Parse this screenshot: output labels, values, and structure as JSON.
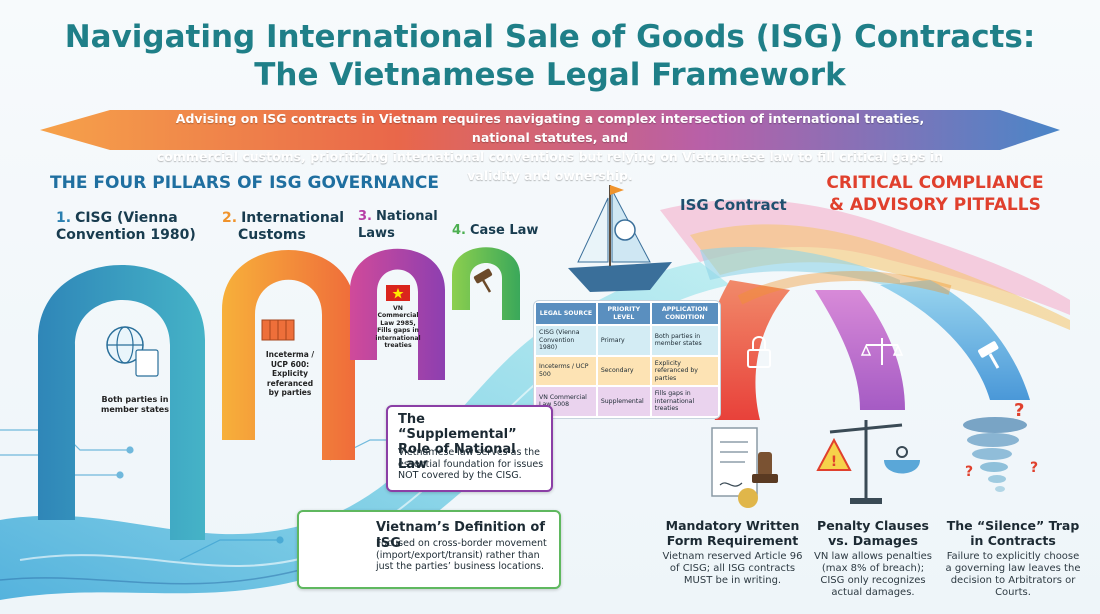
{
  "title": {
    "line1": "Navigating International Sale of Goods (ISG) Contracts:",
    "line2": "The Vietnamese Legal Framework"
  },
  "banner": {
    "line1": "Advising on ISG contracts in Vietnam requires navigating a complex intersection of international treaties, national statutes, and",
    "line2": "commercial customs, prioritizing international conventions but relying on Vietnamese law to fill critical gaps in validity and ownership."
  },
  "pillars": {
    "heading": "THE FOUR PILLARS OF ISG GOVERNANCE",
    "items": [
      {
        "num": "1.",
        "line1": "CISG (Vienna",
        "line2": "Convention 1980)",
        "color": "#2a7fb0",
        "note1": "Both parties in",
        "note2": "member states"
      },
      {
        "num": "2.",
        "line1": "International",
        "line2": "Customs",
        "color": "#f0932b",
        "note1": "Inceterma /",
        "note2": "UCP 600:",
        "note3": "Explicity referanced",
        "note4": "by parties"
      },
      {
        "num": "3.",
        "line1": "National",
        "line2": "Laws",
        "color": "#b73fa6",
        "note1": "VN Commercial",
        "note2": "Law 2985,",
        "note3": "Fills gaps in",
        "note4": "international",
        "note5": "treaties"
      },
      {
        "num": "4.",
        "line1": "Case Law",
        "color": "#4caf50"
      }
    ]
  },
  "contract_label": "ISG Contract",
  "source_table": {
    "headers": [
      "LEGAL SOURCE",
      "PRIORITY LEVEL",
      "APPLICATION CONDITION"
    ],
    "rows": [
      [
        "CISG (Vienna Convention 1980)",
        "Primary",
        "Both parties in member states"
      ],
      [
        "Inceterms / UCP 500",
        "Secondary",
        "Explicity referanced by parties"
      ],
      [
        "VN Commercial Law 5008",
        "Supplemental",
        "Fills gaps in international treaties"
      ]
    ]
  },
  "supplemental": {
    "title": "The “Supplemental” Role of National Law",
    "body": "Vietnamese law serves as the essential foundation for issues NOT covered by the CISG."
  },
  "definition": {
    "title": "Vietnam’s Definition of ISG",
    "body": "Focused on cross-border movement (import/export/transit) rather than just the parties’ business locations."
  },
  "compliance": {
    "heading_line1": "CRITICAL COMPLIANCE",
    "heading_line2": "& ADVISORY PITFALLS",
    "pitfalls": [
      {
        "title1": "Mandatory Written",
        "title2": "Form Requirement",
        "body1": "Vietnam reserved Article 96",
        "body2": "of CISG; all ISG contracts",
        "body3": "MUST be in writing."
      },
      {
        "title1": "Penalty Clauses",
        "title2": "vs. Damages",
        "body1": "VN law allows penalties",
        "body2": "(max 8% of breach);",
        "body3": "CISG only recognizes",
        "body4": "actual damages."
      },
      {
        "title1": "The “Silence” Trap",
        "title2": "in Contracts",
        "body1": "Failure to explicitly choose",
        "body2": "a governing law leaves the",
        "body3": "decision to Arbitrators or",
        "body4": "Courts."
      }
    ]
  },
  "colors": {
    "title": "#1f7f88",
    "pillars_heading": "#1f6fa0",
    "compliance_heading": "#e0402d"
  }
}
